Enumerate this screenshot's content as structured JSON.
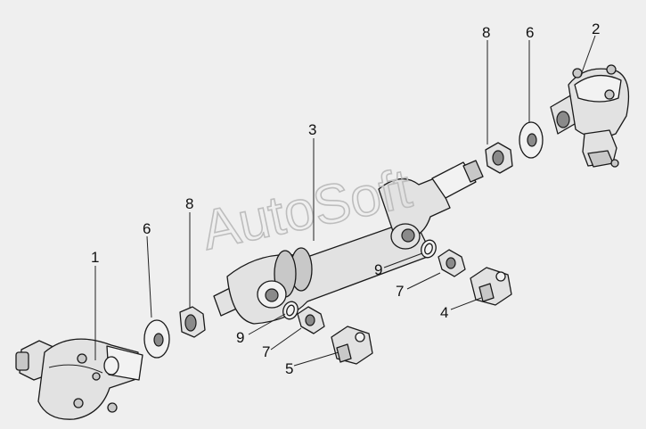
{
  "watermark": "AutoSoft",
  "labels": {
    "p1": "1",
    "p2": "2",
    "p3": "3",
    "p4": "4",
    "p5": "5",
    "p6a": "6",
    "p6b": "6",
    "p7a": "7",
    "p7b": "7",
    "p8a": "8",
    "p8b": "8",
    "p9a": "9",
    "p9b": "9"
  },
  "colors": {
    "background": "#efefef",
    "outline": "#1a1a1a",
    "fill": "#e2e2e2"
  }
}
